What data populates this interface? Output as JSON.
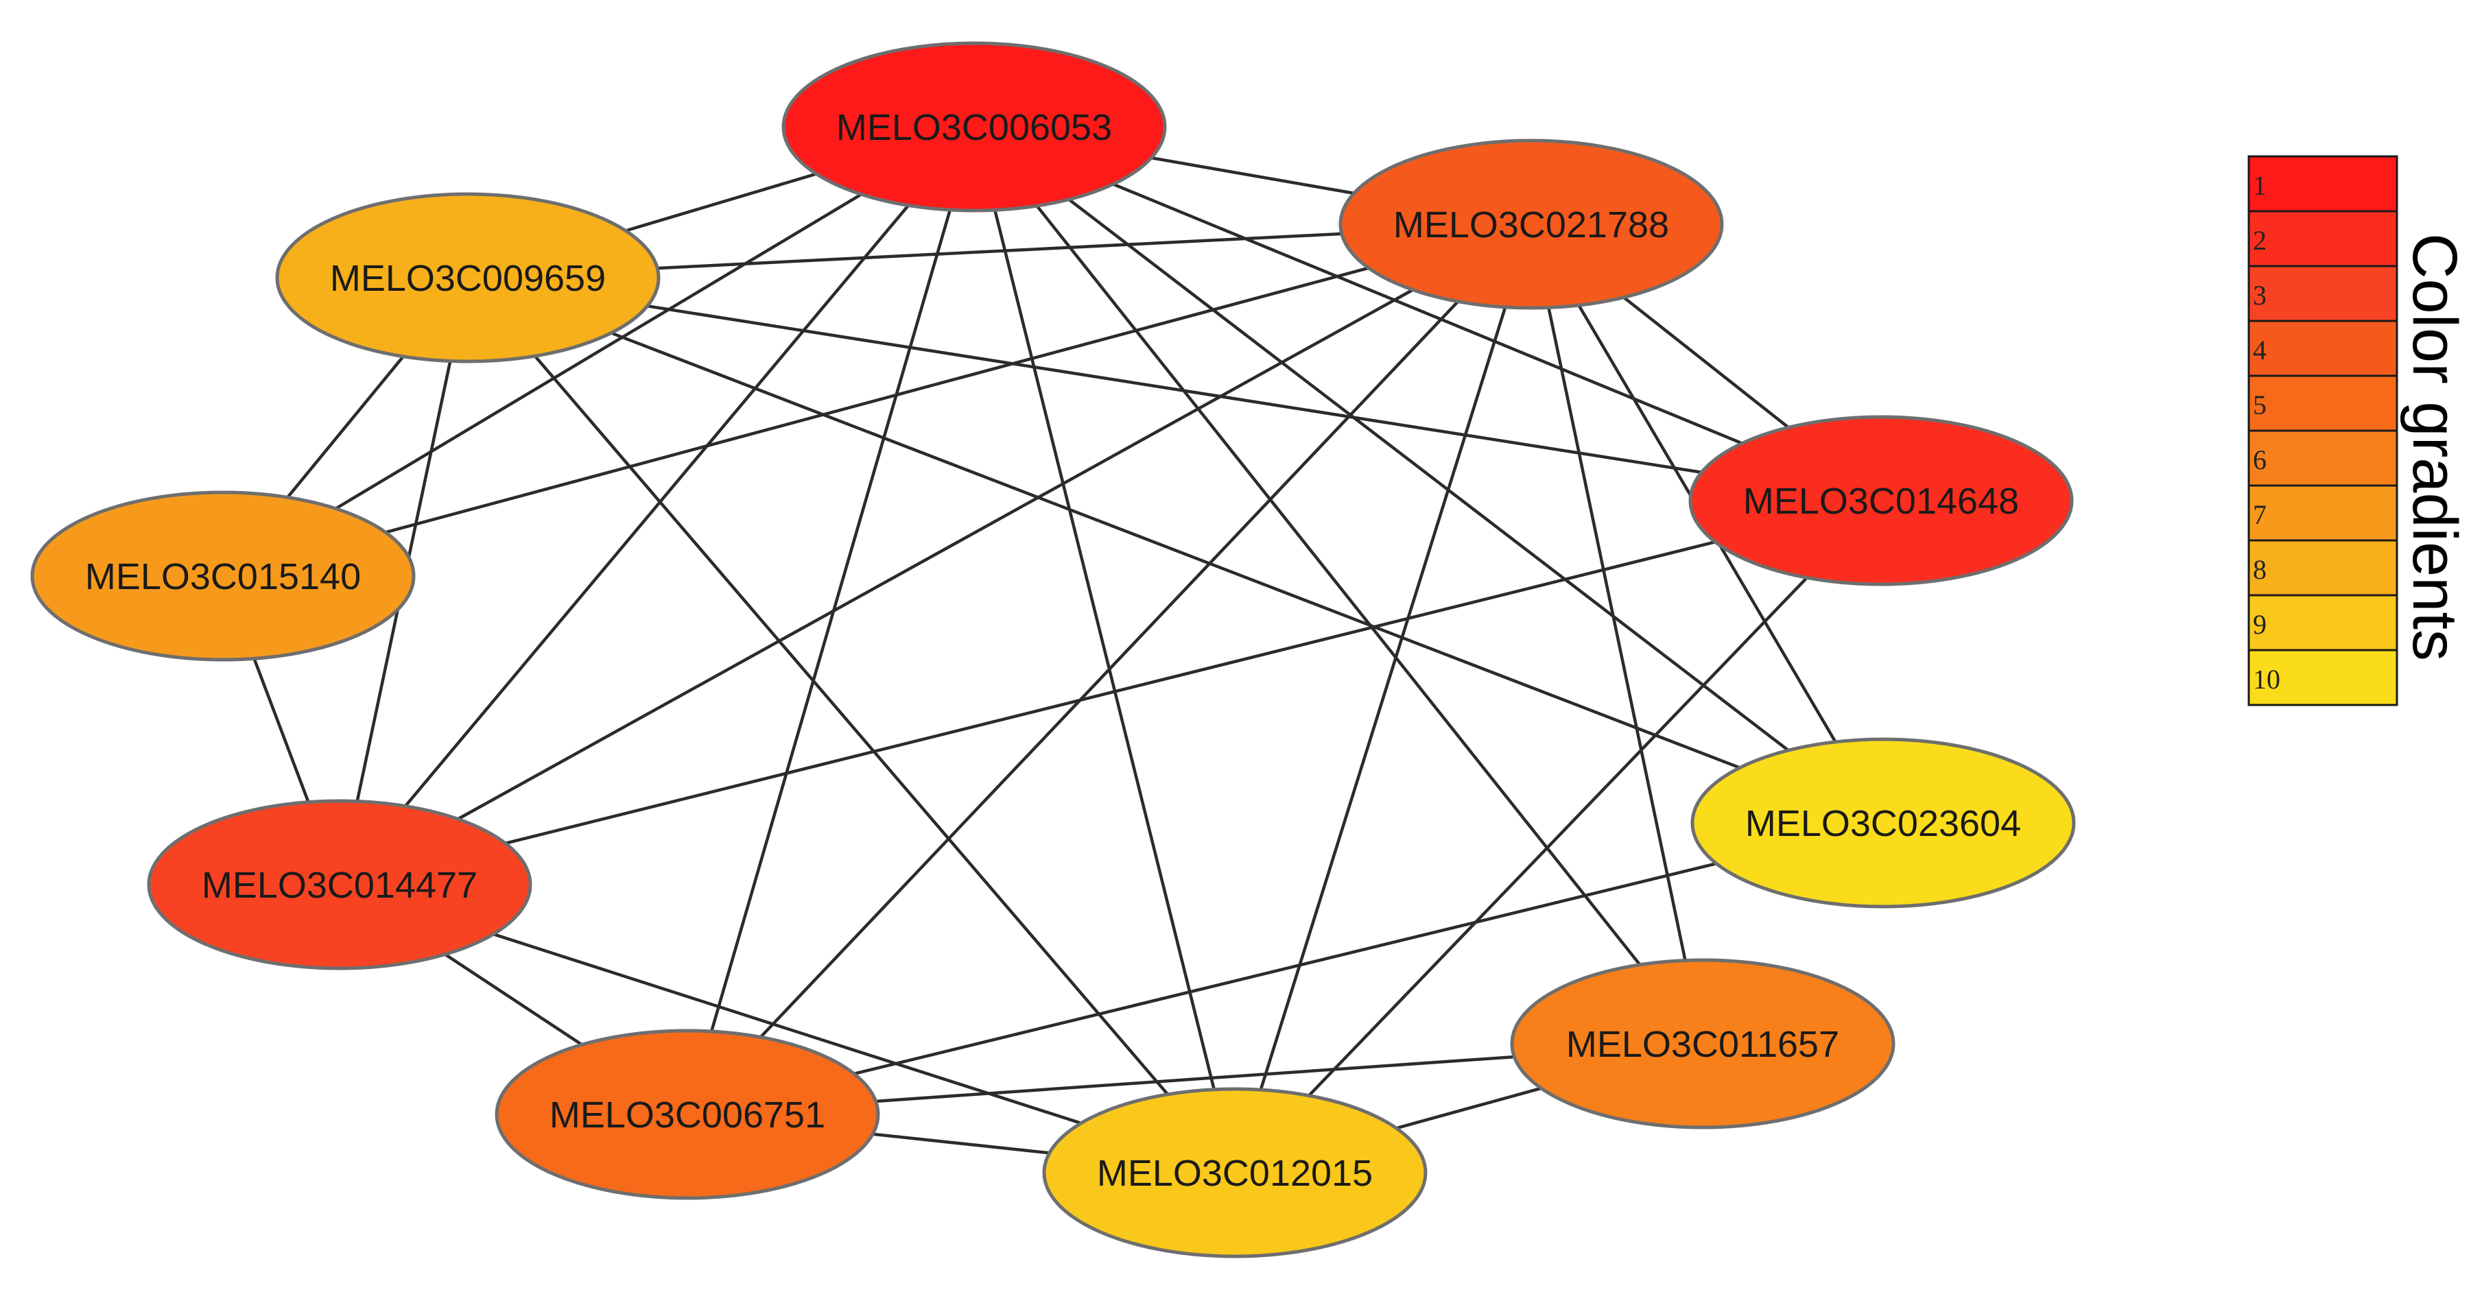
{
  "network": {
    "nodes": [
      {
        "id": "MELO3C006053",
        "label": "MELO3C006053",
        "rank": 1
      },
      {
        "id": "MELO3C021788",
        "label": "MELO3C021788",
        "rank": 4
      },
      {
        "id": "MELO3C009659",
        "label": "MELO3C009659",
        "rank": 8
      },
      {
        "id": "MELO3C014648",
        "label": "MELO3C014648",
        "rank": 2
      },
      {
        "id": "MELO3C015140",
        "label": "MELO3C015140",
        "rank": 7
      },
      {
        "id": "MELO3C023604",
        "label": "MELO3C023604",
        "rank": 10
      },
      {
        "id": "MELO3C014477",
        "label": "MELO3C014477",
        "rank": 3
      },
      {
        "id": "MELO3C011657",
        "label": "MELO3C011657",
        "rank": 6
      },
      {
        "id": "MELO3C006751",
        "label": "MELO3C006751",
        "rank": 5
      },
      {
        "id": "MELO3C012015",
        "label": "MELO3C012015",
        "rank": 9
      }
    ],
    "edges": [
      [
        "MELO3C006053",
        "MELO3C021788"
      ],
      [
        "MELO3C006053",
        "MELO3C009659"
      ],
      [
        "MELO3C006053",
        "MELO3C014648"
      ],
      [
        "MELO3C006053",
        "MELO3C015140"
      ],
      [
        "MELO3C006053",
        "MELO3C023604"
      ],
      [
        "MELO3C006053",
        "MELO3C014477"
      ],
      [
        "MELO3C006053",
        "MELO3C011657"
      ],
      [
        "MELO3C006053",
        "MELO3C006751"
      ],
      [
        "MELO3C006053",
        "MELO3C012015"
      ],
      [
        "MELO3C021788",
        "MELO3C009659"
      ],
      [
        "MELO3C021788",
        "MELO3C014648"
      ],
      [
        "MELO3C021788",
        "MELO3C015140"
      ],
      [
        "MELO3C021788",
        "MELO3C023604"
      ],
      [
        "MELO3C021788",
        "MELO3C014477"
      ],
      [
        "MELO3C021788",
        "MELO3C011657"
      ],
      [
        "MELO3C021788",
        "MELO3C006751"
      ],
      [
        "MELO3C021788",
        "MELO3C012015"
      ],
      [
        "MELO3C009659",
        "MELO3C014648"
      ],
      [
        "MELO3C009659",
        "MELO3C015140"
      ],
      [
        "MELO3C009659",
        "MELO3C023604"
      ],
      [
        "MELO3C009659",
        "MELO3C014477"
      ],
      [
        "MELO3C009659",
        "MELO3C012015"
      ],
      [
        "MELO3C014648",
        "MELO3C014477"
      ],
      [
        "MELO3C014648",
        "MELO3C012015"
      ],
      [
        "MELO3C015140",
        "MELO3C014477"
      ],
      [
        "MELO3C014477",
        "MELO3C006751"
      ],
      [
        "MELO3C014477",
        "MELO3C012015"
      ],
      [
        "MELO3C023604",
        "MELO3C006751"
      ],
      [
        "MELO3C011657",
        "MELO3C006751"
      ],
      [
        "MELO3C011657",
        "MELO3C012015"
      ],
      [
        "MELO3C006751",
        "MELO3C012015"
      ]
    ]
  },
  "legend": {
    "title": "Color gradients",
    "items": [
      {
        "label": "1",
        "color": "#ff1a1a"
      },
      {
        "label": "2",
        "color": "#fb2d1e"
      },
      {
        "label": "3",
        "color": "#f84322"
      },
      {
        "label": "4",
        "color": "#f55a1c"
      },
      {
        "label": "5",
        "color": "#f66a1a"
      },
      {
        "label": "6",
        "color": "#f7801a"
      },
      {
        "label": "7",
        "color": "#f79a1c"
      },
      {
        "label": "8",
        "color": "#f7b01a"
      },
      {
        "label": "9",
        "color": "#f9c81a"
      },
      {
        "label": "10",
        "color": "#fbdc1a"
      }
    ]
  }
}
